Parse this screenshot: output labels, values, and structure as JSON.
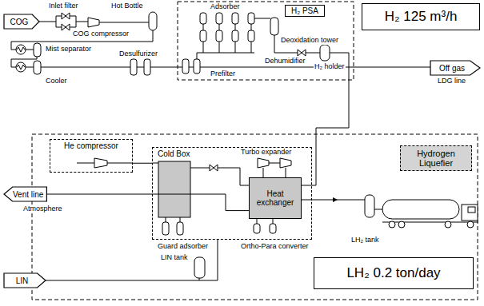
{
  "diagram": {
    "nodes": [
      {
        "text": [
          "COG"
        ]
      },
      {
        "text": [
          "H₂ PSA"
        ]
      },
      {
        "text": [
          "H₂ 125 m³/h"
        ]
      },
      {
        "text": [
          "Off gas"
        ]
      },
      {
        "text": [
          "Hydrogen Liquefier"
        ]
      },
      {
        "text": [
          "Vent line"
        ]
      },
      {
        "text": [
          "LIN"
        ]
      },
      {
        "text": [
          "He compressor"
        ]
      },
      {
        "text": [
          "Cold Box"
        ]
      },
      {
        "text": [
          "Heat exchanger"
        ],
        "in": 8
      },
      {
        "text": [
          "LH₂ 0.2 ton/day"
        ]
      }
    ],
    "edges": [
      {
        "from": 7,
        "to": 8,
        "arrow": "none"
      },
      {
        "from": 9,
        "to": 5,
        "arrow": "none"
      },
      {
        "from": 6,
        "to": 8,
        "arrow": "none"
      }
    ],
    "labels": [
      "Inlet filter",
      "Hot Bottle",
      "COG compressor",
      "Mist separator",
      "Cooler",
      "Desulfurizer",
      "Adsorber",
      "Deoxidation tower",
      "Dehumidifier",
      "H₂ holder",
      "Prefilter",
      "LDG line",
      "Turbo expander",
      "Atmosphere",
      "Guard adsorber",
      "Ortho-Para converter",
      "LH₂ tank",
      "LIN tank"
    ]
  }
}
